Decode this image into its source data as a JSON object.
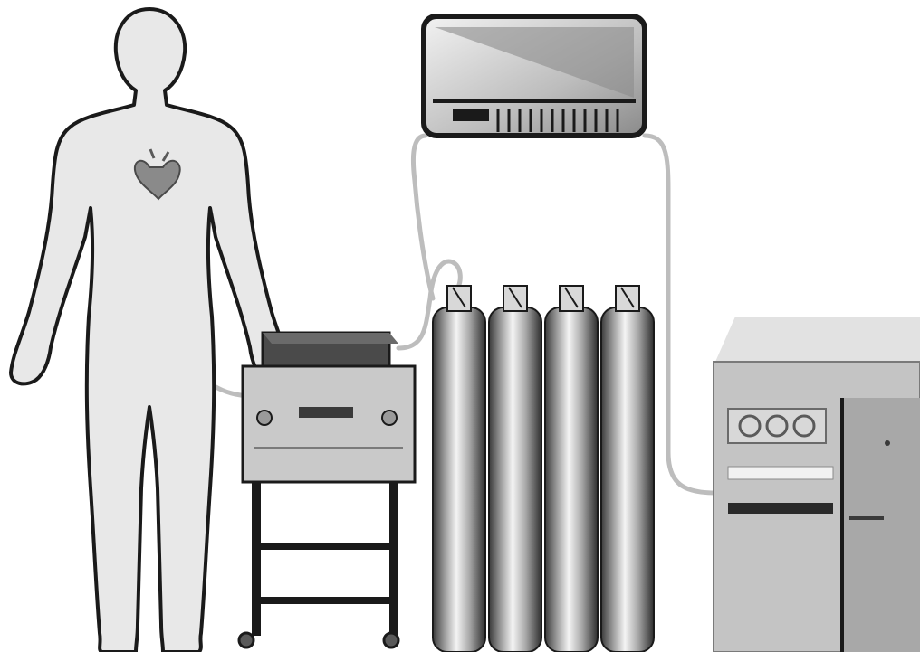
{
  "scene": {
    "components": [
      {
        "id": "patient",
        "icon": "human-figure-icon"
      },
      {
        "id": "heart",
        "icon": "heart-icon"
      },
      {
        "id": "catheter-cart",
        "icon": "equipment-cart-icon"
      },
      {
        "id": "gas-cylinders",
        "icon": "gas-cylinder-icon",
        "count": 4
      },
      {
        "id": "recorder",
        "icon": "chart-recorder-icon"
      },
      {
        "id": "console-cabinet",
        "icon": "console-cabinet-icon"
      }
    ],
    "colors": {
      "background": "#ffffff",
      "outline": "#1a1a1a",
      "body_fill": "#e8e8e8",
      "equipment_fill": "#c9c9c9",
      "dark_panel": "#4a4a4a",
      "tube": "#bdbdbd"
    }
  }
}
